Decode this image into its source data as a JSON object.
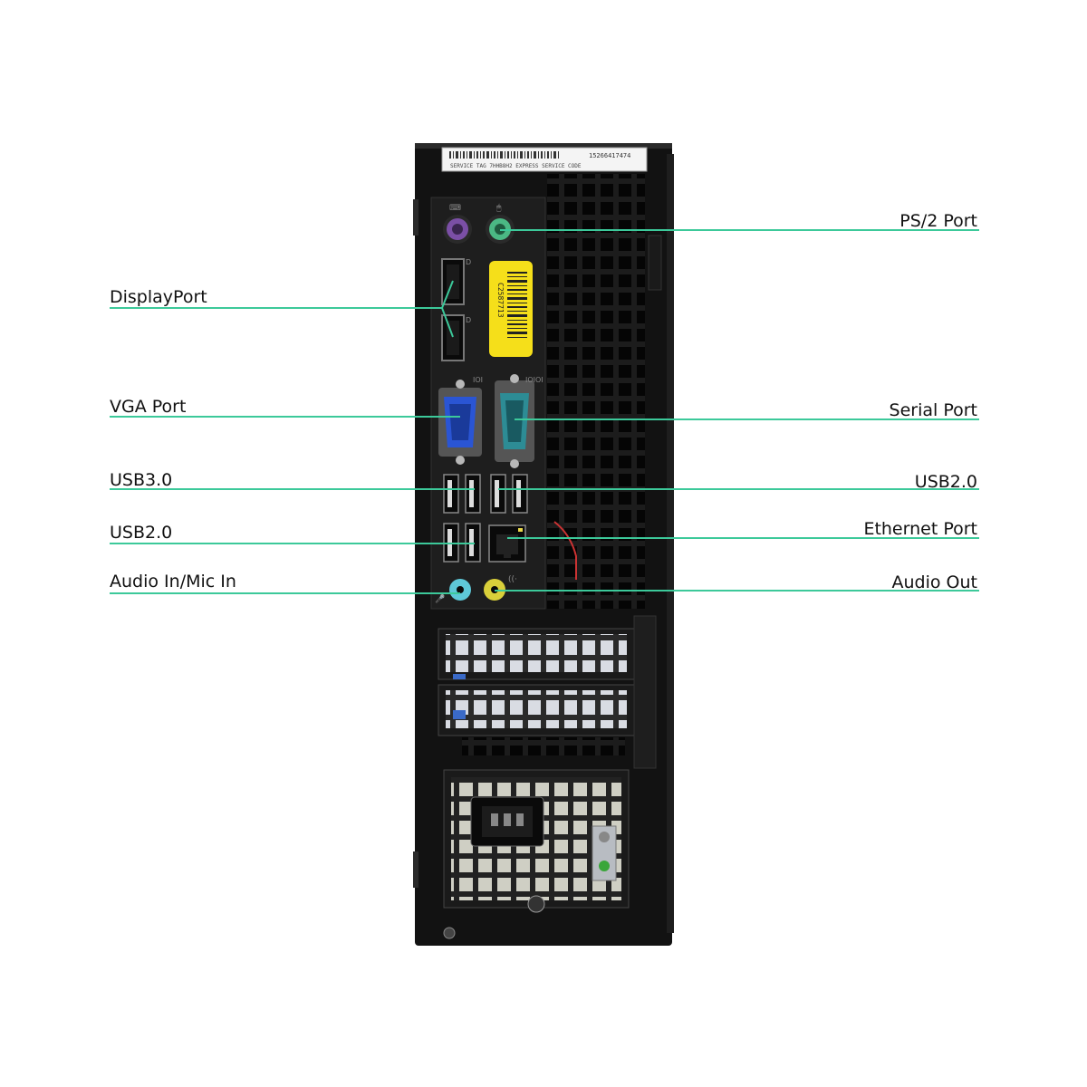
{
  "colors": {
    "callout_line": "#3cc99a",
    "chassis": "#111111",
    "vga": "#2a55d4",
    "serial": "#2d8c95",
    "ps2_keyboard": "#7b4fa6",
    "ps2_mouse": "#4bb884",
    "audio_in": "#5ec8d8",
    "audio_out": "#d9cf3a",
    "asset_tag": "#f5df1a"
  },
  "service_label": {
    "line1": "15266417474",
    "line2": "SERVICE TAG 7HHB8H2  EXPRESS SERVICE CODE"
  },
  "asset_sticker": {
    "text": "C2587713"
  },
  "callouts": {
    "left": [
      {
        "id": "displayport",
        "label": "DisplayPort"
      },
      {
        "id": "vga",
        "label": "VGA Port"
      },
      {
        "id": "usb30",
        "label": "USB3.0"
      },
      {
        "id": "usb20_left",
        "label": "USB2.0"
      },
      {
        "id": "audio_in",
        "label": "Audio In/Mic In"
      }
    ],
    "right": [
      {
        "id": "ps2",
        "label": "PS/2 Port"
      },
      {
        "id": "serial",
        "label": "Serial Port"
      },
      {
        "id": "usb20_right",
        "label": "USB2.0"
      },
      {
        "id": "ethernet",
        "label": "Ethernet Port"
      },
      {
        "id": "audio_out",
        "label": "Audio Out"
      }
    ]
  }
}
